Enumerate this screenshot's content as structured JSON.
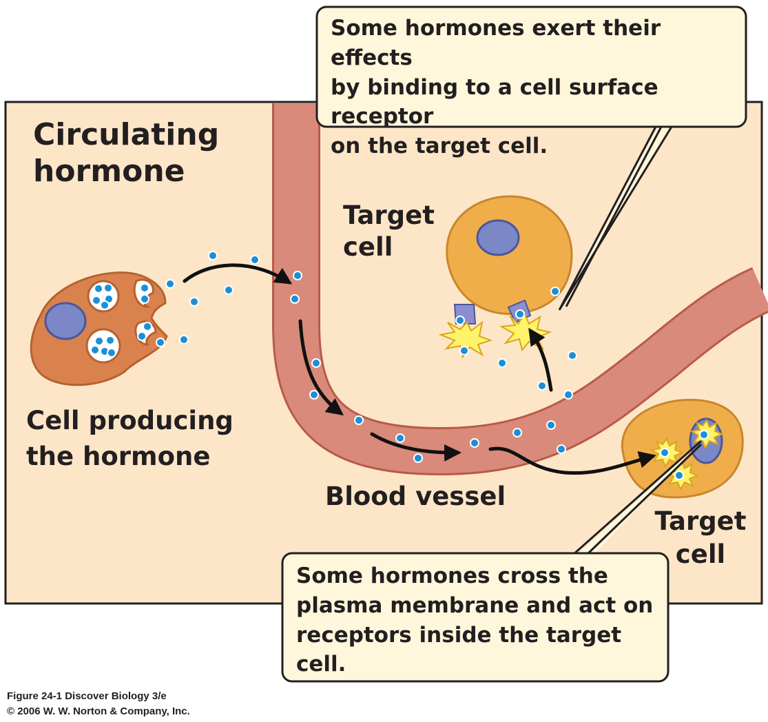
{
  "labels": {
    "title_line1": "Circulating",
    "title_line2": "hormone",
    "producer_line1": "Cell producing",
    "producer_line2": "the hormone",
    "target_top_line1": "Target",
    "target_top_line2": "cell",
    "target_bottom_line1": "Target",
    "target_bottom_line2": "cell",
    "blood_vessel": "Blood vessel"
  },
  "callouts": {
    "surface": [
      "Some hormones exert their effects",
      "by binding to a cell surface receptor",
      "on the target cell."
    ],
    "internal": [
      "Some hormones cross the",
      "plasma membrane and act on",
      "receptors inside the target cell."
    ]
  },
  "caption": {
    "line1": "Figure 24-1  Discover Biology 3/e",
    "line2": "© 2006 W. W. Norton & Company, Inc."
  },
  "colors": {
    "background": "#fde6c8",
    "vessel": "#d98a7a",
    "vessel_edge": "#b85a4a",
    "producer_cell": "#d9824e",
    "target_cell": "#efae4a",
    "nucleus": "#7b87c6",
    "hormone": "#1b8fd8",
    "callout_fill": "#fef7dc",
    "starburst": "#fff36a"
  }
}
